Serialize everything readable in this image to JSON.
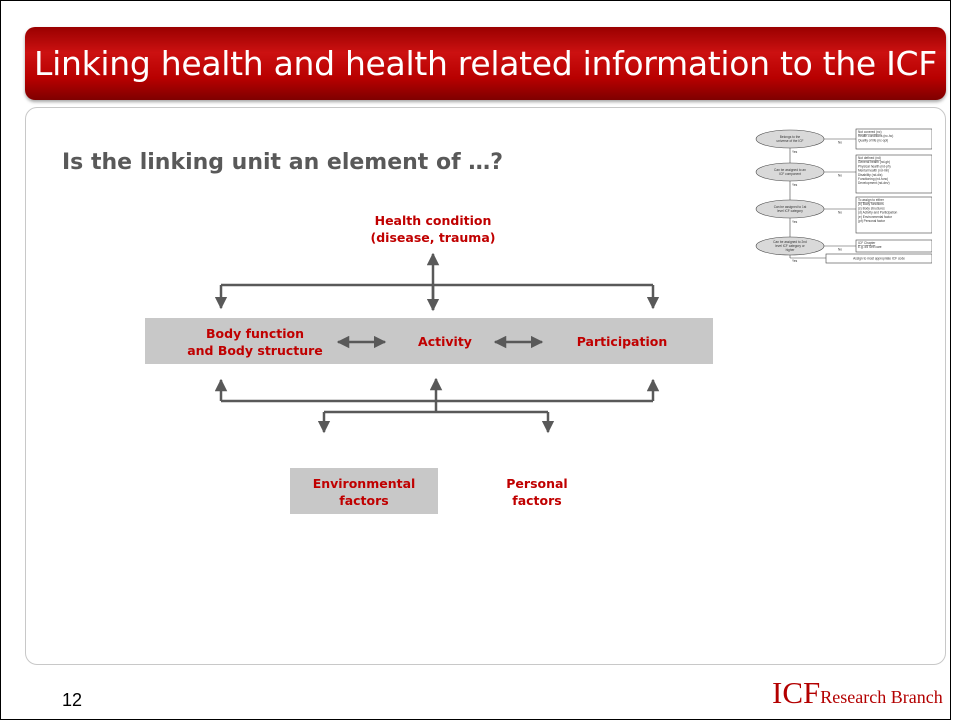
{
  "slide": {
    "title": "Linking health and health related information to the ICF",
    "question": "Is the linking unit an element of …?",
    "page_number": "12"
  },
  "diagram": {
    "health_condition": [
      "Health condition",
      "(disease, trauma)"
    ],
    "body_function": [
      "Body function",
      "and Body structure"
    ],
    "activity": "Activity",
    "participation": "Participation",
    "environmental": [
      "Environmental",
      "factors"
    ],
    "personal": [
      "Personal",
      "factors"
    ]
  },
  "flowchart_thumbnail": {
    "decisions": [
      [
        "Belongs to the",
        "universe of the ICF"
      ],
      [
        "Can be assigned to an",
        "ICF component"
      ],
      [
        "Can be assigned to 1st",
        "level ICF category"
      ],
      [
        "Can be assigned to 2nd",
        "level ICF category or",
        "higher"
      ]
    ],
    "outcomes": [
      [
        "Not covered (nc)",
        "Health conditions (nc-hc)",
        "Quality of life (nc-qol)"
      ],
      [
        "Not defined (nd)",
        "General health (nd-gh)",
        "Physical health (nd-ph)",
        "Mental health (nd-mh)",
        "Disability (nd-dis)",
        "Functioning (nd-func)",
        "Development (nd-dev)"
      ],
      [
        "To assign to either",
        "(b) Body functions",
        "(s) Body structures",
        "(d) Activity and Participation",
        "(e) Environmental factor",
        "(pf) Personal factor"
      ],
      [
        "ICF Chapter",
        "E.g. d5 Self care"
      ]
    ],
    "final_outcome": "Assign to most appropriate ICF code",
    "no_label": "No",
    "yes_label": "Yes"
  },
  "brand": {
    "logo_main": "ICF",
    "logo_sub": "Research Branch"
  },
  "colors": {
    "title_bar": "#b80000",
    "accent_red": "#c00000",
    "box_gray": "#c8c8c8",
    "arrow_gray": "#595959"
  }
}
